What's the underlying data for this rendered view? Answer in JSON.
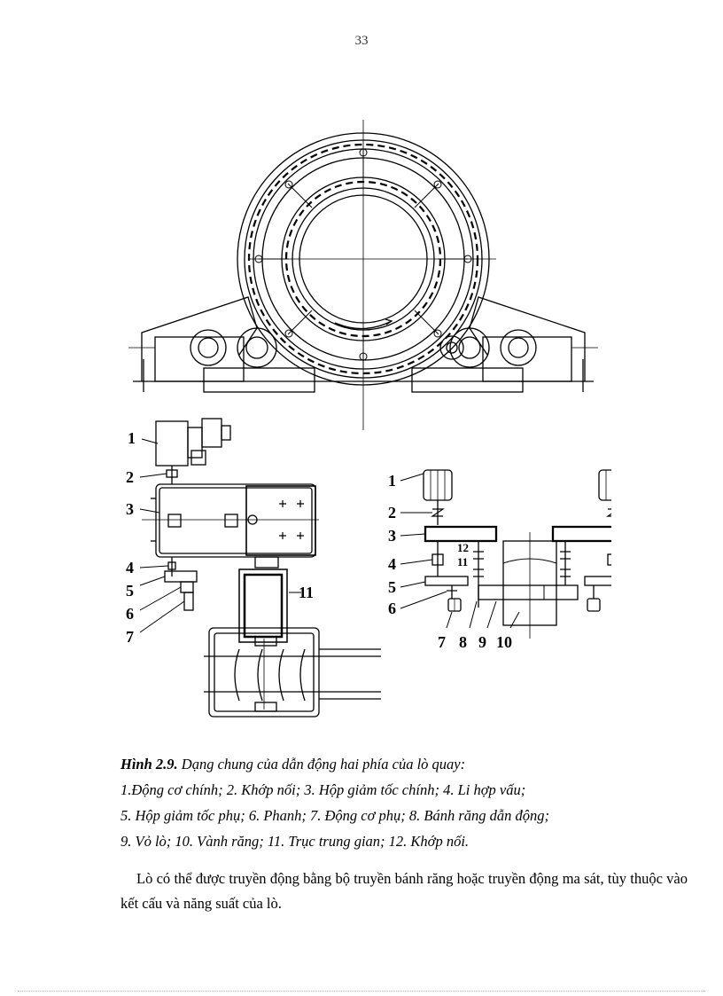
{
  "page_number": "33",
  "figure": {
    "left_callouts": [
      "1",
      "2",
      "3",
      "4",
      "5",
      "6",
      "7",
      "11"
    ],
    "right_callouts": [
      "1",
      "2",
      "3",
      "12",
      "11",
      "4",
      "5",
      "6",
      "7",
      "8",
      "9",
      "10"
    ]
  },
  "caption": {
    "label": "Hình 2.9.",
    "title": " Dạng chung của dẫn động hai phía của lò quay:",
    "line1": "1.Động cơ chính;   2. Khớp nối; 3.  Hộp giảm tốc chính; 4. Li hợp vấu;",
    "line2": "5.  Hộp giảm tốc phụ; 6. Phanh;   7. Động cơ phụ;   8. Bánh răng dẫn động;",
    "line3": "9. Vỏ lò; 10. Vành răng; 11. Trục trung gian; 12. Khớp nối."
  },
  "body_text": "Lò có thể được truyền động bằng bộ truyền bánh răng hoặc truyền động ma sát, tùy thuộc vào kết cấu và năng suất của lò."
}
